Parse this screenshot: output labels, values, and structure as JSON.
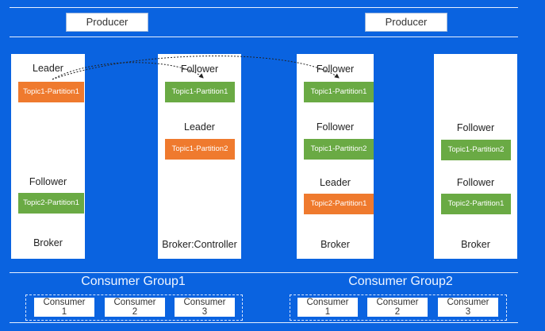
{
  "producers": [
    {
      "label": "Producer"
    },
    {
      "label": "Producer"
    }
  ],
  "brokers": [
    {
      "footer": "Broker",
      "roles": [
        "Leader",
        "Follower"
      ],
      "partitions": [
        {
          "label": "Topic1-Partition1",
          "color": "#ef7a2e"
        },
        {
          "label": "Topic2-Partition1",
          "color": "#6aaa44"
        }
      ]
    },
    {
      "footer": "Broker:Controller",
      "roles": [
        "Follower",
        "Leader"
      ],
      "partitions": [
        {
          "label": "Topic1-Partition1",
          "color": "#6aaa44"
        },
        {
          "label": "Topic1-Partition2",
          "color": "#ef7a2e"
        }
      ]
    },
    {
      "footer": "Broker",
      "roles": [
        "Follower",
        "Follower",
        "Leader"
      ],
      "partitions": [
        {
          "label": "Topic1-Partition1",
          "color": "#6aaa44"
        },
        {
          "label": "Topic1-Partition2",
          "color": "#6aaa44"
        },
        {
          "label": "Topic2-Partition1",
          "color": "#ef7a2e"
        }
      ]
    },
    {
      "footer": "Broker",
      "roles": [
        "Follower",
        "Follower"
      ],
      "partitions": [
        {
          "label": "Topic1-Partition2",
          "color": "#6aaa44"
        },
        {
          "label": "Topic2-Partition1",
          "color": "#6aaa44"
        }
      ]
    }
  ],
  "consumer_groups": [
    {
      "title": "Consumer Group1",
      "consumers": [
        {
          "name": "Consumer",
          "num": "1"
        },
        {
          "name": "Consumer",
          "num": "2"
        },
        {
          "name": "Consumer",
          "num": "3"
        }
      ]
    },
    {
      "title": "Consumer Group2",
      "consumers": [
        {
          "name": "Consumer",
          "num": "1"
        },
        {
          "name": "Consumer",
          "num": "2"
        },
        {
          "name": "Consumer",
          "num": "3"
        }
      ]
    }
  ],
  "colors": {
    "background": "#0a63e0",
    "leader": "#ef7a2e",
    "follower": "#6aaa44"
  }
}
